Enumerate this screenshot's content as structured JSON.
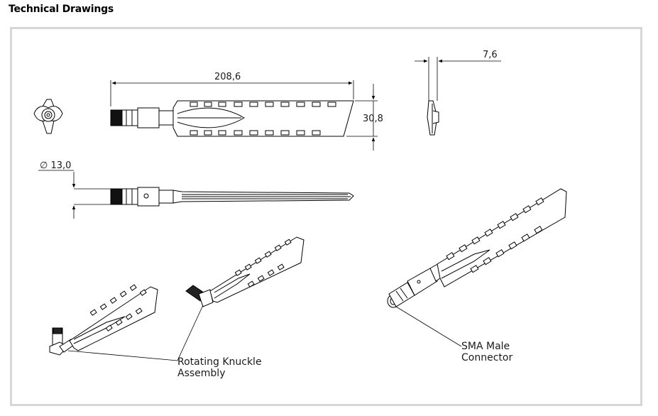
{
  "page": {
    "title": "Technical Drawings"
  },
  "dimensions": {
    "length": "208,6",
    "width": "30,8",
    "thickness": "7,6",
    "diameter": "∅ 13,0"
  },
  "callouts": {
    "knuckle_line1": "Rotating Knuckle",
    "knuckle_line2": "Assembly",
    "sma_line1": "SMA Male",
    "sma_line2": "Connector"
  }
}
